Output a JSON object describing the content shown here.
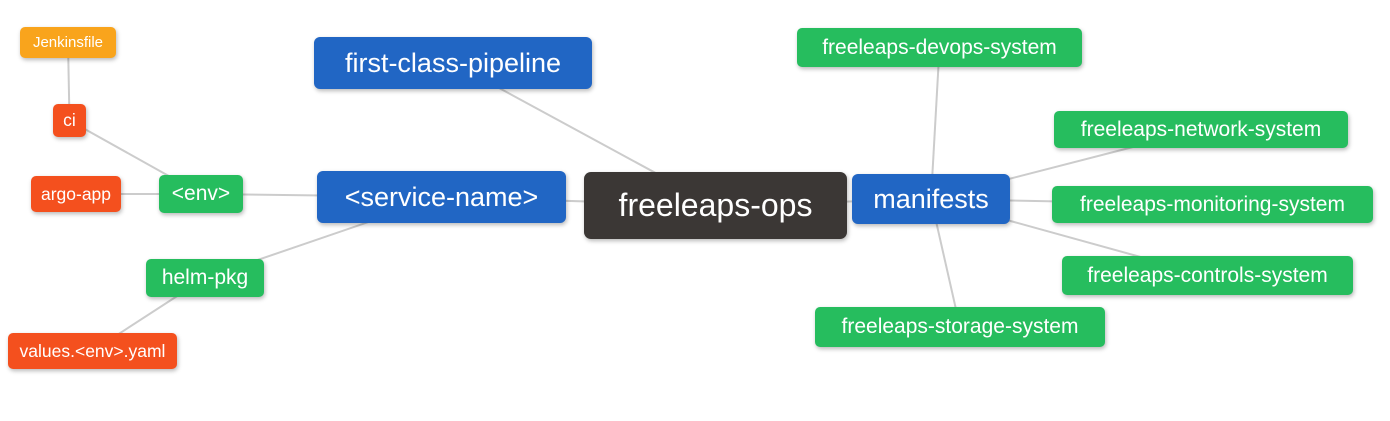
{
  "diagram": {
    "type": "mindmap",
    "title": "freeleaps-ops mindmap",
    "colors": {
      "root_node": "#3B3735",
      "level1_node": "#2166C4",
      "level2_node": "#26BD5E",
      "level3_node": "#F4501E",
      "level4_node": "#F9A41C",
      "edge": "#CCCCCC",
      "text": "#FFFFFF",
      "background": "#FFFFFF"
    },
    "nodes": {
      "root": {
        "label": "freeleaps-ops",
        "level": 0
      },
      "first_class_pipeline": {
        "label": "first-class-pipeline",
        "level": 1
      },
      "service_name": {
        "label": "<service-name>",
        "level": 1
      },
      "manifests": {
        "label": "manifests",
        "level": 1
      },
      "env": {
        "label": "<env>",
        "level": 2
      },
      "helm_pkg": {
        "label": "helm-pkg",
        "level": 2
      },
      "devops_system": {
        "label": "freeleaps-devops-system",
        "level": 2
      },
      "network_system": {
        "label": "freeleaps-network-system",
        "level": 2
      },
      "monitoring_system": {
        "label": "freeleaps-monitoring-system",
        "level": 2
      },
      "controls_system": {
        "label": "freeleaps-controls-system",
        "level": 2
      },
      "storage_system": {
        "label": "freeleaps-storage-system",
        "level": 2
      },
      "ci": {
        "label": "ci",
        "level": 3
      },
      "argo_app": {
        "label": "argo-app",
        "level": 3
      },
      "values_yaml": {
        "label": "values.<env>.yaml",
        "level": 3
      },
      "jenkinsfile": {
        "label": "Jenkinsfile",
        "level": 4
      }
    },
    "edges": [
      [
        "root",
        "first_class_pipeline"
      ],
      [
        "root",
        "service_name"
      ],
      [
        "root",
        "manifests"
      ],
      [
        "service_name",
        "env"
      ],
      [
        "service_name",
        "helm_pkg"
      ],
      [
        "env",
        "ci"
      ],
      [
        "env",
        "argo_app"
      ],
      [
        "ci",
        "jenkinsfile"
      ],
      [
        "helm_pkg",
        "values_yaml"
      ],
      [
        "manifests",
        "devops_system"
      ],
      [
        "manifests",
        "network_system"
      ],
      [
        "manifests",
        "monitoring_system"
      ],
      [
        "manifests",
        "controls_system"
      ],
      [
        "manifests",
        "storage_system"
      ]
    ]
  }
}
